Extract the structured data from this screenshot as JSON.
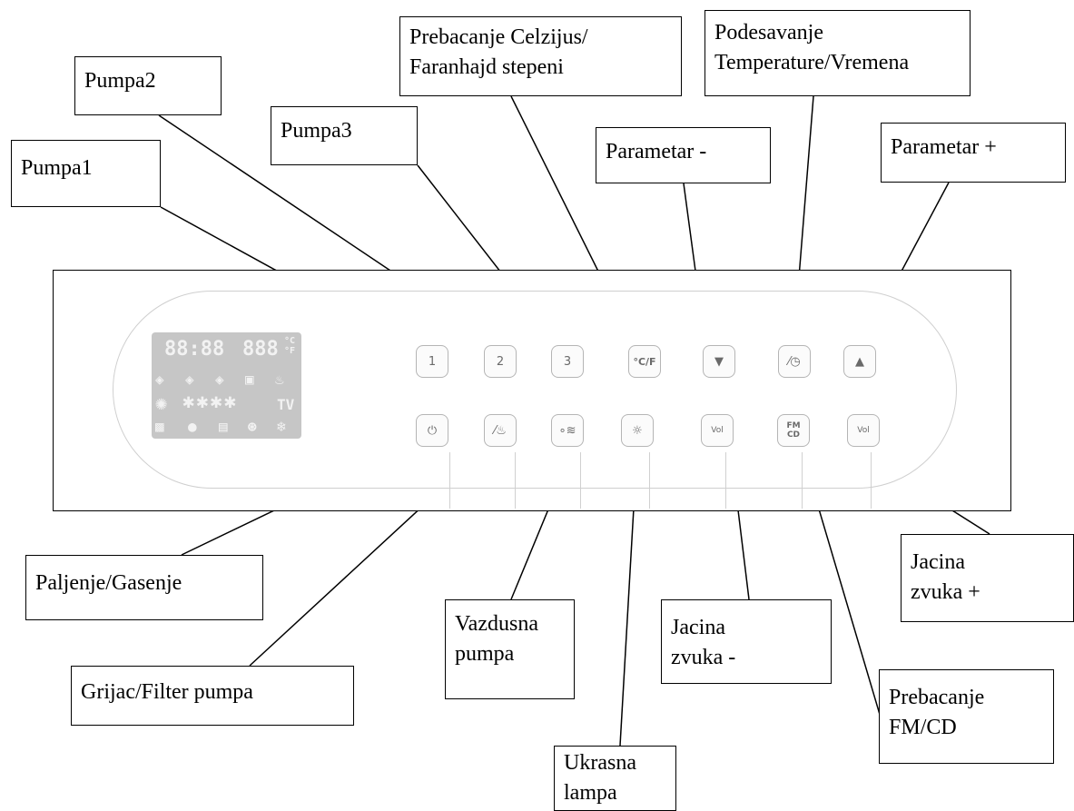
{
  "callouts": {
    "pumpa1": "Pumpa1",
    "pumpa2": "Pumpa2",
    "pumpa3": "Pumpa3",
    "celsius": "Prebacanje Celzijus/\nFaranhajd stepeni",
    "param_minus": "Parametar -",
    "temp_time": "Podesavanje\nTemperature/Vremena",
    "param_plus": "Parametar +",
    "power": "Paljenje/Gasenje",
    "heater": "Grijac/Filter pumpa",
    "air_pump": "Vazdusna\npumpa",
    "lamp": "Ukrasna\nlampa",
    "vol_minus": "Jacina\nzvuka -",
    "fm_cd": "Prebacanje\nFM/CD",
    "vol_plus": "Jacina\nzvuka +"
  },
  "panel": {
    "lcd": {
      "digits_left": "88:88",
      "digits_right": "888",
      "unit": "°C\n°F",
      "tv": "TV"
    },
    "top_keys": [
      "1",
      "2",
      "3",
      "°C/F",
      "▼",
      "",
      "▲"
    ],
    "bottom_keys": [
      "⏻",
      "",
      "",
      "",
      "Vol",
      "FM\nCD",
      "Vol"
    ]
  },
  "colors": {
    "line": "#000000",
    "panel_gray": "#c6c6c6",
    "key_border": "#b5b5b5"
  },
  "icons": {
    "top": [
      "pump-icon",
      "pump-icon",
      "pump-icon",
      "celsius-fahrenheit-icon",
      "down-arrow-icon",
      "temperature-clock-icon",
      "up-arrow-icon"
    ],
    "bottom": [
      "power-icon",
      "heater-filter-icon",
      "air-bubbles-icon",
      "lamp-icon",
      "volume-down-icon",
      "fm-cd-icon",
      "volume-up-icon"
    ]
  }
}
